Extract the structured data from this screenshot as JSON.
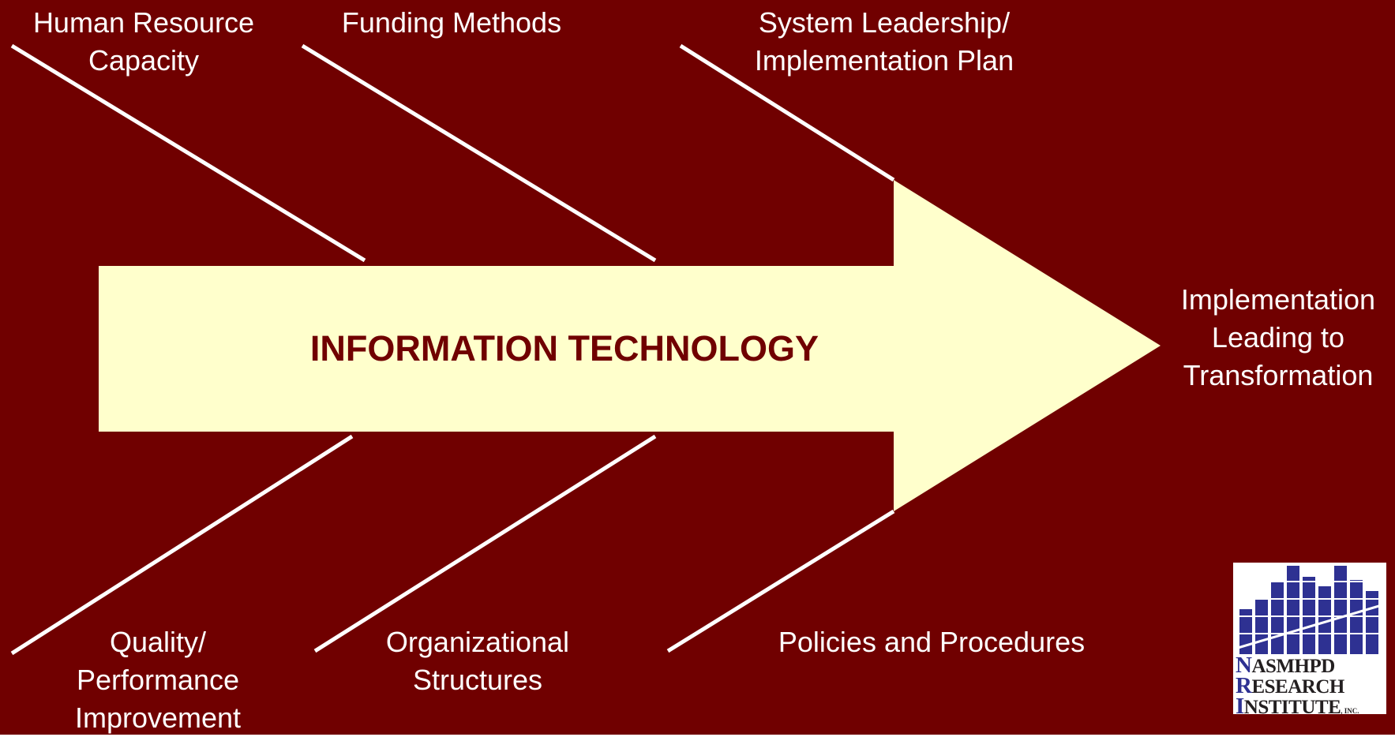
{
  "colors": {
    "background": "#700000",
    "arrow_fill": "#FFFFCC",
    "bone_stroke": "#FFFFFF",
    "label_text": "#FFFFFF",
    "arrow_text": "#700000",
    "logo_blue": "#2E3192"
  },
  "diagram": {
    "type": "fishbone",
    "central_arrow_label": "INFORMATION TECHNOLOGY",
    "outcome_label": [
      "Implementation",
      "Leading to",
      "Transformation"
    ],
    "top_causes": [
      {
        "lines": [
          "Human Resource",
          "Capacity"
        ]
      },
      {
        "lines": [
          "Funding Methods"
        ]
      },
      {
        "lines": [
          "System Leadership/",
          "Implementation Plan"
        ]
      }
    ],
    "bottom_causes": [
      {
        "lines": [
          "Quality/",
          "Performance",
          "Improvement"
        ]
      },
      {
        "lines": [
          "Organizational",
          "Structures"
        ]
      },
      {
        "lines": [
          "Policies and Procedures"
        ]
      }
    ]
  },
  "logo": {
    "line1": {
      "cap": "N",
      "rest": "ASMHPD"
    },
    "line2": {
      "cap": "R",
      "rest": "ESEARCH"
    },
    "line3": {
      "cap": "I",
      "rest": "NSTITUTE",
      "suffix": ", INC."
    },
    "icon": "bar-chart-logo-icon"
  }
}
